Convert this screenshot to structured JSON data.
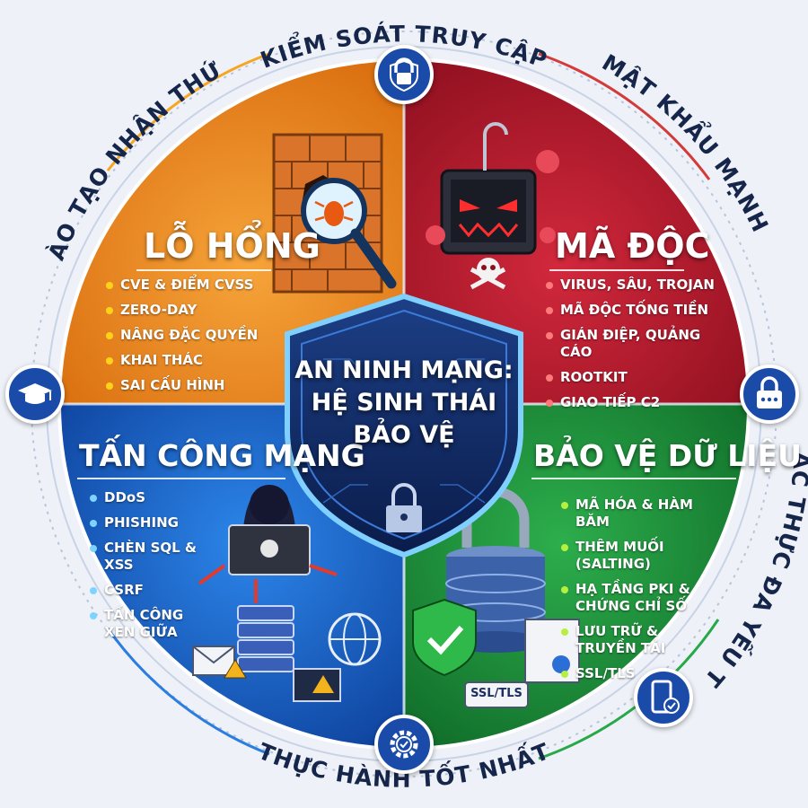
{
  "ring_labels": {
    "top": "KIỂM SOÁT TRUY CẬP",
    "top_right": "MẬT KHẨU MẠNH",
    "right": "XÁC THỰC ĐA YẾU TỐ",
    "bottom": "THỰC HÀNH TỐT NHẤT",
    "top_left": "ĐÀO TẠO NHẬN THỨC"
  },
  "center": {
    "line1": "AN NINH MẠNG:",
    "line2": "HỆ SINH THÁI",
    "line3": "BẢO VỆ"
  },
  "quadrants": {
    "vulnerabilities": {
      "title": "LỖ HỔNG",
      "items": [
        "CVE & ĐIỂM CVSS",
        "ZERO-DAY",
        "NÂNG ĐẶC QUYỀN",
        "KHAI THÁC",
        "SAI CẤU HÌNH"
      ],
      "color": "#e8841a"
    },
    "malware": {
      "title": "MÃ ĐỘC",
      "items": [
        "VIRUS, SÂU, TROJAN",
        "MÃ ĐỘC TỐNG TIỀN",
        "GIÁN ĐIỆP, QUẢNG CÁO",
        "ROOTKIT",
        "GIAO TIẾP C2"
      ],
      "color": "#b3192b"
    },
    "attacks": {
      "title": "TẤN CÔNG MẠNG",
      "items": [
        "DDoS",
        "PHISHING",
        "CHÈN SQL & XSS",
        "CSRF",
        "TẤN CÔNG XEN GIỮA"
      ],
      "color": "#1a63c8"
    },
    "data_protection": {
      "title": "BẢO VỆ DỮ LIỆU",
      "items": [
        "MÃ HÓA & HÀM BĂM",
        "THÊM MUỐI (SALTING)",
        "HẠ TẦNG PKI & CHỨNG CHỈ SỐ",
        "LƯU TRỮ & TRUYỀN TẢI",
        "SSL/TLS"
      ],
      "color": "#1f8f3a"
    }
  },
  "ssl_tag": "SSL/TLS",
  "icons": {
    "top": "padlock-icon",
    "right": "password-lock-icon",
    "bottom_right": "phone-verification-icon",
    "bottom": "gear-check-icon",
    "left": "graduation-cap-icon"
  }
}
